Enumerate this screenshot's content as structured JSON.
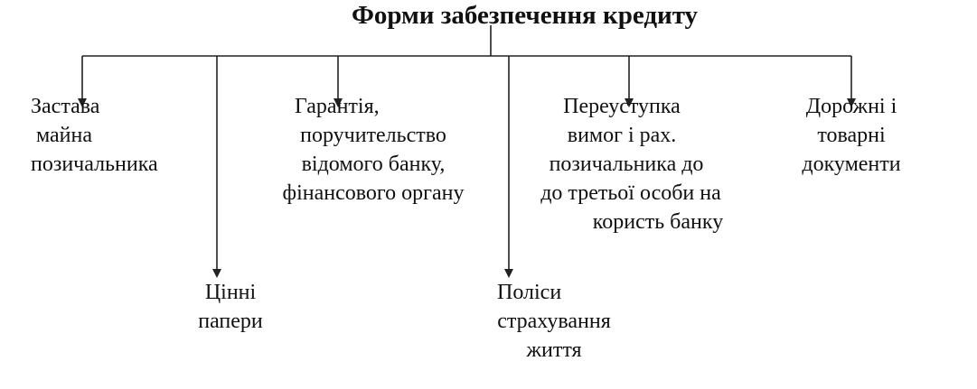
{
  "title": "Форми забезпечення кредиту",
  "nodes": [
    {
      "id": "zastava",
      "lines": [
        "Застава",
        "майна",
        "позичальника"
      ]
    },
    {
      "id": "harantia",
      "lines": [
        "Гарантія,",
        "поручительство",
        "відомого банку,",
        "фінансового органу"
      ]
    },
    {
      "id": "pereust",
      "lines": [
        "Переуступка",
        "вимог і рах.",
        "позичальника до",
        "до третьої особи на",
        "користь банку"
      ]
    },
    {
      "id": "dorozhni",
      "lines": [
        "Дорожні і",
        "товарні",
        "документи"
      ]
    },
    {
      "id": "tsinni",
      "lines": [
        "Цінні",
        "папери"
      ]
    },
    {
      "id": "polisy",
      "lines": [
        "Поліси",
        "страхування",
        "життя"
      ]
    }
  ],
  "colors": {
    "line": "#222222",
    "text": "#111111",
    "background": "#ffffff"
  }
}
